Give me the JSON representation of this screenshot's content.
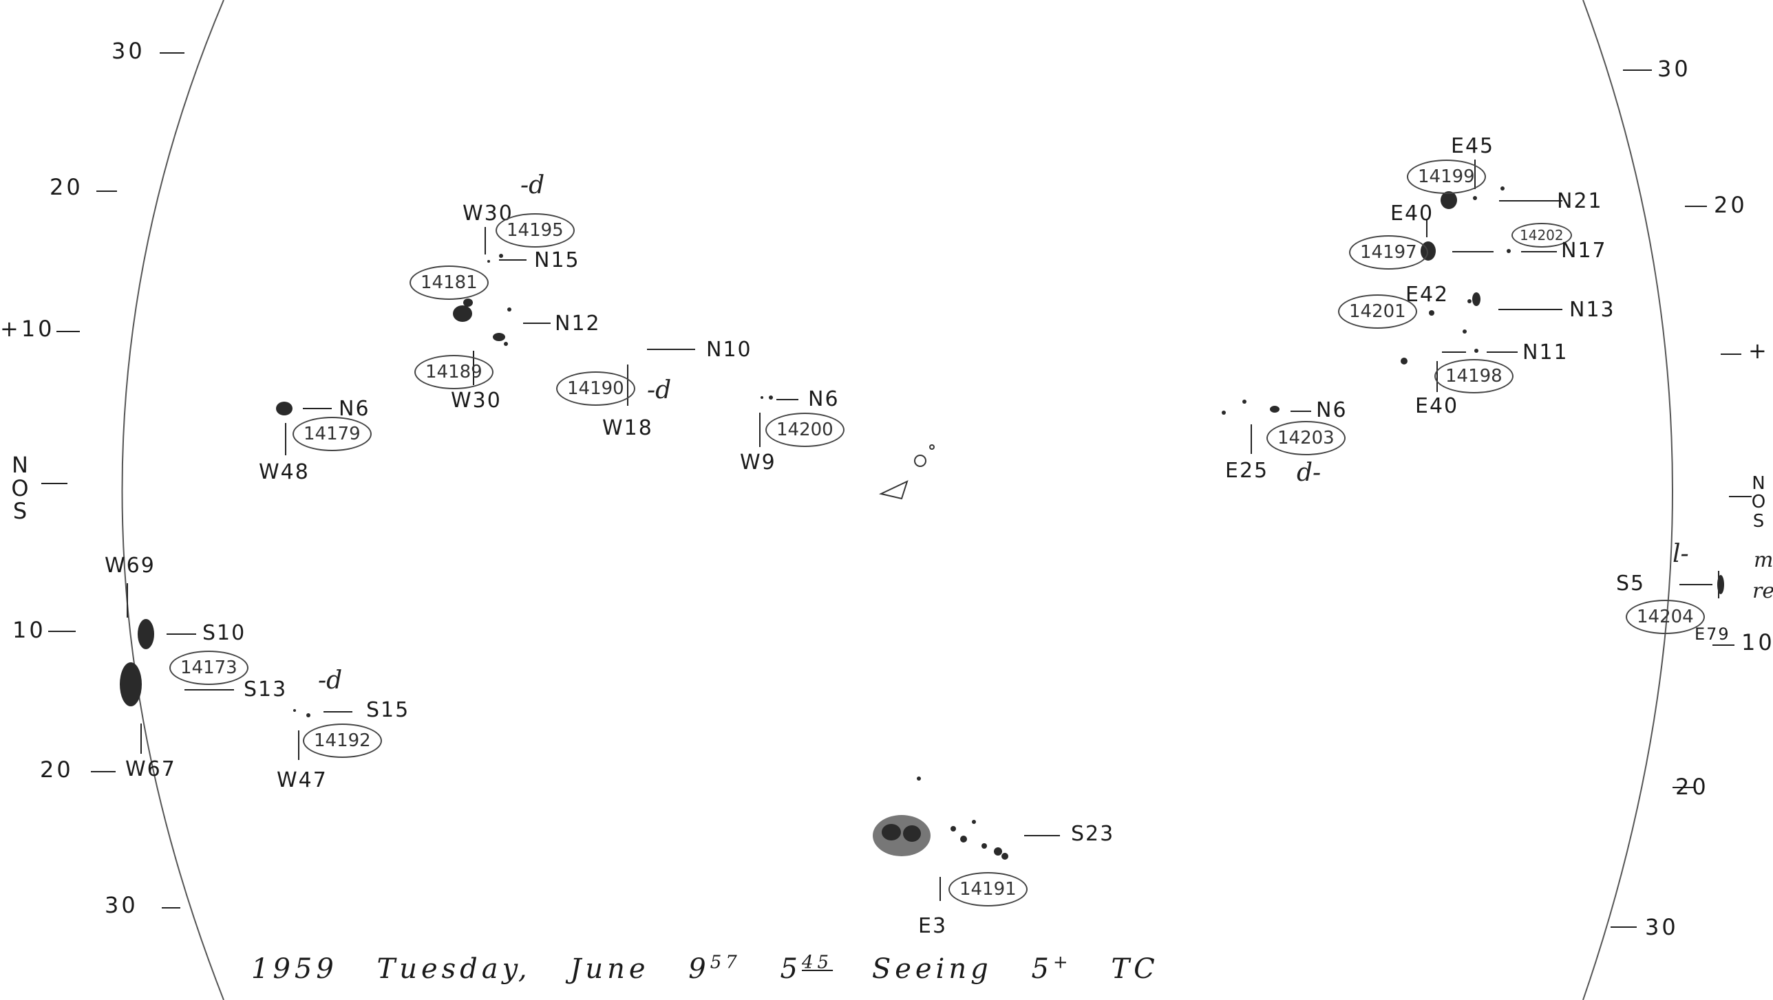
{
  "latitude_ticks": {
    "left": [
      "30",
      "20",
      "+10",
      "10",
      "20",
      "30"
    ],
    "right": [
      "30",
      "20",
      "+",
      "10",
      "20",
      "30"
    ]
  },
  "margin_letters": {
    "left": [
      "N",
      "O",
      "S"
    ],
    "right": [
      "N",
      "O",
      "S"
    ]
  },
  "groups": [
    {
      "number": "14195",
      "lon": "W30",
      "lat": "N15",
      "note": "-d"
    },
    {
      "number": "14181"
    },
    {
      "number": "14189",
      "lon": "W30",
      "lat": "N12"
    },
    {
      "number": "14190",
      "lon": "W18",
      "lat": "N10",
      "note": "-d"
    },
    {
      "number": "14179",
      "lon": "W48",
      "lat": "N6"
    },
    {
      "number": "14200",
      "lon": "W9",
      "lat": "N6"
    },
    {
      "number": "14173",
      "lon": "W69",
      "lon2": "W67",
      "lat": "S10",
      "lat2": "S13"
    },
    {
      "number": "14192",
      "lon": "W47",
      "lat": "S15",
      "note": "-d"
    },
    {
      "number": "14191",
      "lon": "E3",
      "lat": "S23"
    },
    {
      "number": "14199",
      "lon": "E45",
      "lat": "N21"
    },
    {
      "number": "14197",
      "lon": "E40"
    },
    {
      "number": "14202",
      "lat": "N17"
    },
    {
      "number": "14201",
      "lon": "E42",
      "lat": "N13"
    },
    {
      "number": "14198",
      "lon": "E40",
      "lat": "N11"
    },
    {
      "number": "14203",
      "lon": "E25",
      "lat": "N6",
      "note": "d-"
    },
    {
      "number": "14204",
      "lon": "E79",
      "lat": "S5",
      "note": "l-"
    }
  ],
  "footer": {
    "year": "1959",
    "day": "Tuesday,",
    "month": "June",
    "date": "9",
    "date_sup": "57",
    "time": "5",
    "time_sup": "45",
    "seeing_label": "Seeing",
    "seeing": "5",
    "seeing_sup": "+",
    "observer": "TC"
  },
  "right_margin_scribble": [
    "m",
    "re"
  ]
}
